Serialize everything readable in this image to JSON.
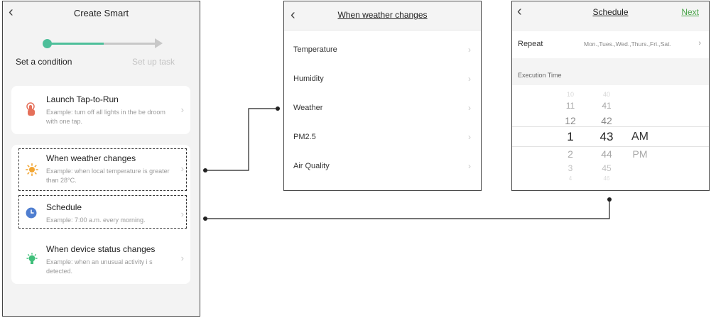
{
  "panel1": {
    "back_icon": "‹",
    "title": "Create Smart",
    "steps": [
      "Set a condition",
      "Set up task"
    ],
    "cards": [
      {
        "title": "Launch Tap-to-Run",
        "description": "Example: turn off all lights in the be droom with one tap.",
        "icon": "tap-hand-icon"
      },
      {
        "title": "When weather changes",
        "description": "Example: when local temperature is greater than 28°C.",
        "icon": "sun-icon"
      },
      {
        "title": "Schedule",
        "description": "Example: 7:00 a.m. every morning.",
        "icon": "clock-icon"
      },
      {
        "title": "When device status changes",
        "description": "Example: when an unusual activity i s detected.",
        "icon": "device-bulb-icon"
      }
    ],
    "chevron": "›"
  },
  "panel2": {
    "back_icon": "‹",
    "title": "When weather changes",
    "items": [
      "Temperature",
      "Humidity",
      "Weather",
      "PM2.5",
      "Air Quality"
    ],
    "chevron": "›"
  },
  "panel3": {
    "back_icon": "‹",
    "title": "Schedule",
    "next_label": "Next",
    "repeat_label": "Repeat",
    "repeat_value": "Mon.,Tues.,Wed.,Thurs.,Fri.,Sat.",
    "repeat_chevron": "›",
    "execution_label": "Execution Time",
    "picker": {
      "hours": [
        "10",
        "11",
        "12",
        "1",
        "2",
        "3",
        "4"
      ],
      "minutes": [
        "40",
        "41",
        "42",
        "43",
        "44",
        "45",
        "46"
      ],
      "meridiem": [
        "AM",
        "PM"
      ],
      "selected": {
        "hour": "1",
        "minute": "43",
        "meridiem": "AM"
      }
    }
  },
  "colors": {
    "accent_green": "#4dbf9a",
    "next_green": "#4aa54a",
    "panel_bg": "#f3f3f3"
  }
}
